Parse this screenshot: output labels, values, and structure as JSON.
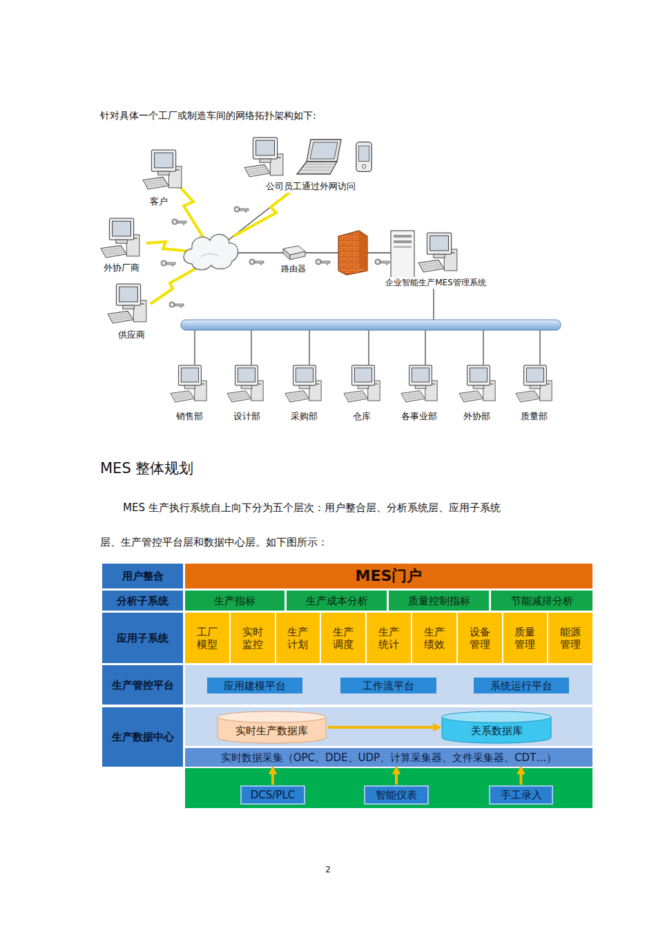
{
  "diagram": {
    "title": "MES 整体规划",
    "nodes": [
      {
        "text": [
          "用户整合"
        ]
      },
      {
        "text": [
          "MES门户"
        ]
      },
      {
        "text": [
          "分析子系统"
        ]
      },
      {
        "text": [
          "生产指标"
        ]
      },
      {
        "text": [
          "生产成本分析"
        ]
      },
      {
        "text": [
          "质量控制指标"
        ]
      },
      {
        "text": [
          "节能减排分析"
        ]
      },
      {
        "text": [
          "应用子系统"
        ]
      },
      {
        "text": [
          "工厂模型"
        ]
      },
      {
        "text": [
          "实时监控"
        ]
      },
      {
        "text": [
          "生产计划"
        ]
      },
      {
        "text": [
          "生产调度"
        ]
      },
      {
        "text": [
          "生产统计"
        ]
      },
      {
        "text": [
          "生产绩效"
        ]
      },
      {
        "text": [
          "设备管理"
        ]
      },
      {
        "text": [
          "质量管理"
        ]
      },
      {
        "text": [
          "能源管理"
        ]
      },
      {
        "text": [
          "生产管控平台"
        ]
      },
      {
        "text": [
          "应用建模平台"
        ]
      },
      {
        "text": [
          "工作流平台"
        ]
      },
      {
        "text": [
          "系统运行平台"
        ]
      },
      {
        "text": [
          "生产数据中心"
        ]
      },
      {
        "text": [
          "实时生产数据库"
        ]
      },
      {
        "text": [
          "关系数据库"
        ]
      },
      {
        "text": [
          "实时数据采集（OPC、DDE、UDP、计算采集器、文件采集器、CDT…）"
        ]
      },
      {
        "text": [
          "DCS/PLC"
        ]
      },
      {
        "text": [
          "智能仪表"
        ]
      },
      {
        "text": [
          "手工录入"
        ]
      }
    ],
    "edges": [
      {
        "from": 22,
        "to": 23,
        "arrow": "to"
      },
      {
        "from": 25,
        "to": 24,
        "arrow": "to"
      },
      {
        "from": 26,
        "to": 24,
        "arrow": "to"
      },
      {
        "from": 27,
        "to": 24,
        "arrow": "to"
      }
    ],
    "labels": [
      "针对具体一个工厂或制造车间的网络拓扑架构如下:",
      "客户",
      "公司员工通过外网访问",
      "外协厂商",
      "路由器",
      "企业智能生产MES管理系统",
      "供应商",
      "销售部",
      "设计部",
      "采购部",
      "仓库",
      "各事业部",
      "外协部",
      "质量部",
      "MES 生产执行系统自上向下分为五个层次：用户整合层、分析系统层、应用子系统层、生产管控平台层和数据中心层。如下图所示：",
      "2"
    ]
  }
}
